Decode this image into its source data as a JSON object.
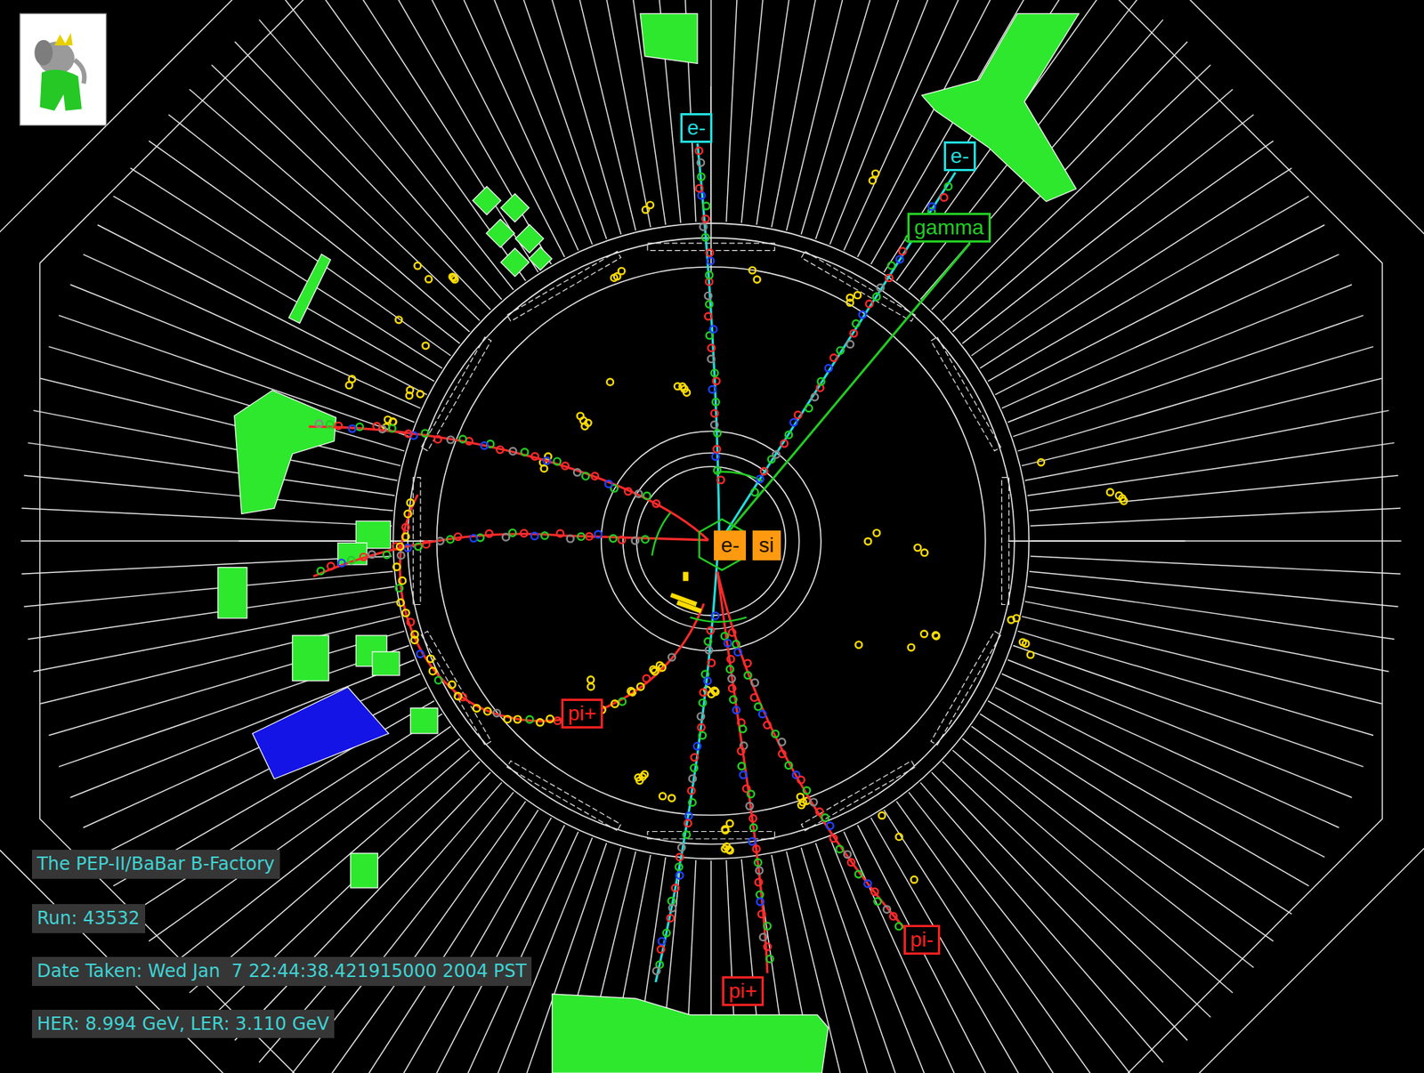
{
  "diagram": {
    "nodes": [
      {
        "text": [
          "e-"
        ]
      },
      {
        "text": [
          "e-"
        ]
      },
      {
        "text": [
          "gamma"
        ]
      },
      {
        "text": [
          "e-"
        ]
      },
      {
        "text": [
          "si"
        ]
      },
      {
        "text": [
          "pi+"
        ]
      },
      {
        "text": [
          "pi-"
        ]
      },
      {
        "text": [
          "pi+"
        ]
      },
      {
        "text": [
          "The PEP-II/BaBar B-Factory"
        ]
      },
      {
        "text": [
          "Run: 43532"
        ]
      },
      {
        "text": [
          "Date Taken: Wed Jan  7 22:44:38.421915000 2004 PST"
        ]
      },
      {
        "text": [
          "HER: 8.994 GeV, LER: 3.110 GeV"
        ]
      }
    ]
  }
}
